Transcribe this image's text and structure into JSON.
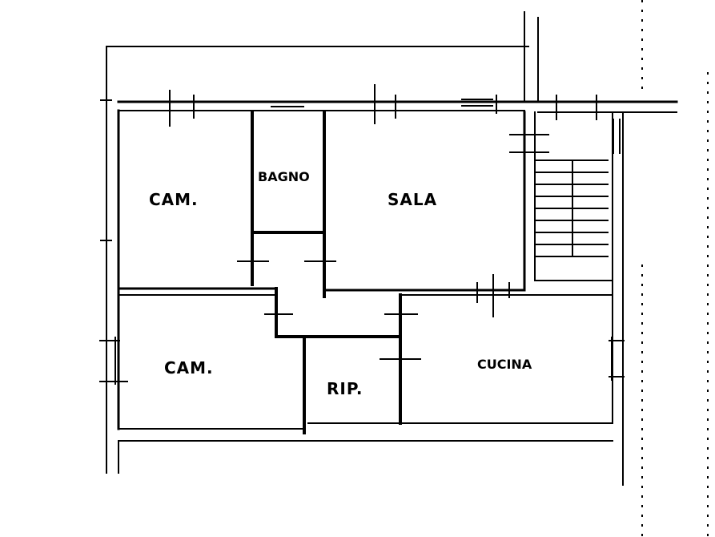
{
  "rooms": {
    "cam_top": "CAM.",
    "bagno": "BAGNO",
    "sala": "SALA",
    "cam_bottom": "CAM.",
    "rip": "RIP.",
    "cucina": "CUCINA"
  }
}
